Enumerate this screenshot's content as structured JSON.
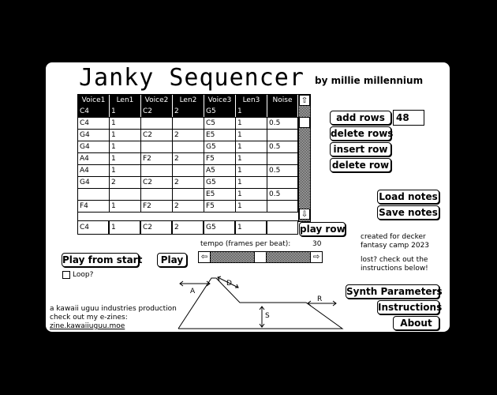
{
  "app": {
    "title": "Janky Sequencer",
    "byline": "by millie millennium"
  },
  "grid": {
    "columns": [
      "Voice1",
      "Len1",
      "Voice2",
      "Len2",
      "Voice3",
      "Len3",
      "Noise"
    ],
    "rows": [
      [
        "C4",
        "1",
        "C2",
        "2",
        "G5",
        "1",
        ""
      ],
      [
        "C4",
        "1",
        "",
        "",
        "C5",
        "1",
        "0.5"
      ],
      [
        "G4",
        "1",
        "C2",
        "2",
        "E5",
        "1",
        ""
      ],
      [
        "G4",
        "1",
        "",
        "",
        "G5",
        "1",
        "0.5"
      ],
      [
        "A4",
        "1",
        "F2",
        "2",
        "F5",
        "1",
        ""
      ],
      [
        "A4",
        "1",
        "",
        "",
        "A5",
        "1",
        "0.5"
      ],
      [
        "G4",
        "2",
        "C2",
        "2",
        "G5",
        "1",
        ""
      ],
      [
        "",
        "",
        "",
        "",
        "E5",
        "1",
        "0.5"
      ],
      [
        "F4",
        "1",
        "F2",
        "2",
        "F5",
        "1",
        ""
      ]
    ],
    "selected_row": 0,
    "scroll_up": "⇧",
    "scroll_down": "⇩"
  },
  "entry_row": [
    "C4",
    "1",
    "C2",
    "2",
    "G5",
    "1",
    ""
  ],
  "buttons": {
    "play_row": "play row",
    "add_rows": "add rows",
    "add_rows_count": "48",
    "delete_rows": "delete rows",
    "insert_row": "insert row",
    "delete_row": "delete row",
    "load_notes": "Load notes",
    "save_notes": "Save notes",
    "play_from_start": "Play from start",
    "play": "Play",
    "synth_parameters": "Synth Parameters",
    "instructions": "Instructions",
    "about": "About"
  },
  "tempo": {
    "label": "tempo (frames per beat):",
    "value": "30",
    "left_arrow": "⇦",
    "right_arrow": "⇨"
  },
  "loop": {
    "label": "Loop?",
    "checked": false
  },
  "notes": {
    "created": "created for decker fantasy camp 2023",
    "lost": "lost? check out the instructions below!"
  },
  "credits": {
    "line1": "a kawaii uguu industries production",
    "line2": "check out my e-zines:",
    "link": "zine.kawaiiuguu.moe"
  },
  "envelope": {
    "labels": {
      "attack": "A",
      "decay": "D",
      "sustain": "S",
      "release": "R"
    }
  }
}
